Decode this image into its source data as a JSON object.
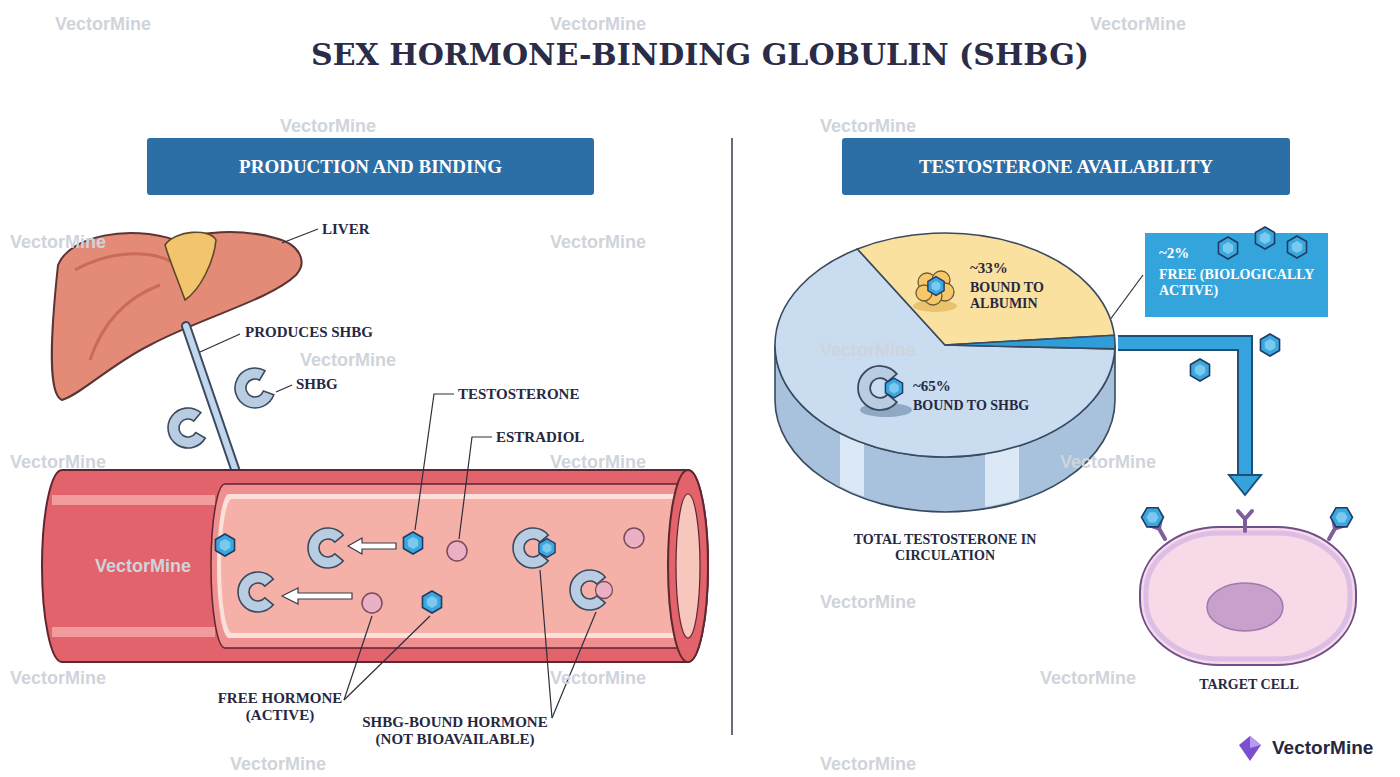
{
  "diagram": {
    "title": "SEX HORMONE-BINDING GLOBULIN (SHBG)",
    "nodes": [
      {
        "text": [
          "PRODUCTION AND BINDING"
        ]
      },
      {
        "text": [
          "TESTOSTERONE AVAILABILITY"
        ]
      },
      {
        "text": [
          "~33%",
          "BOUND TO ALBUMIN",
          "~65%",
          "BOUND TO SHBG",
          "TOTAL TESTOSTERONE IN CIRCULATION"
        ]
      },
      {
        "text": [
          "~2%",
          "FREE (BIOLOGICALLY ACTIVE)"
        ]
      },
      {
        "text": [
          "TARGET CELL"
        ]
      }
    ],
    "edges": [
      {
        "from": 2,
        "to": 4,
        "arrow": "to"
      }
    ],
    "labels": [
      "LIVER",
      "PRODUCES SHBG",
      "SHBG",
      "TESTOSTERONE",
      "ESTRADIOL",
      "FREE HORMONE (ACTIVE)",
      "SHBG-BOUND HORMONE (NOT BIOAVAILABLE)",
      "VectorMine",
      "VectorMine",
      "VectorMine",
      "VectorMine",
      "VectorMine",
      "VectorMine",
      "VectorMine",
      "VectorMine",
      "VectorMine",
      "VectorMine",
      "VectorMine",
      "VectorMine",
      "VectorMine",
      "VectorMine",
      "VectorMine",
      "VectorMine",
      "VectorMine",
      "VectorMine",
      "VectorMine",
      "VectorMine"
    ]
  }
}
